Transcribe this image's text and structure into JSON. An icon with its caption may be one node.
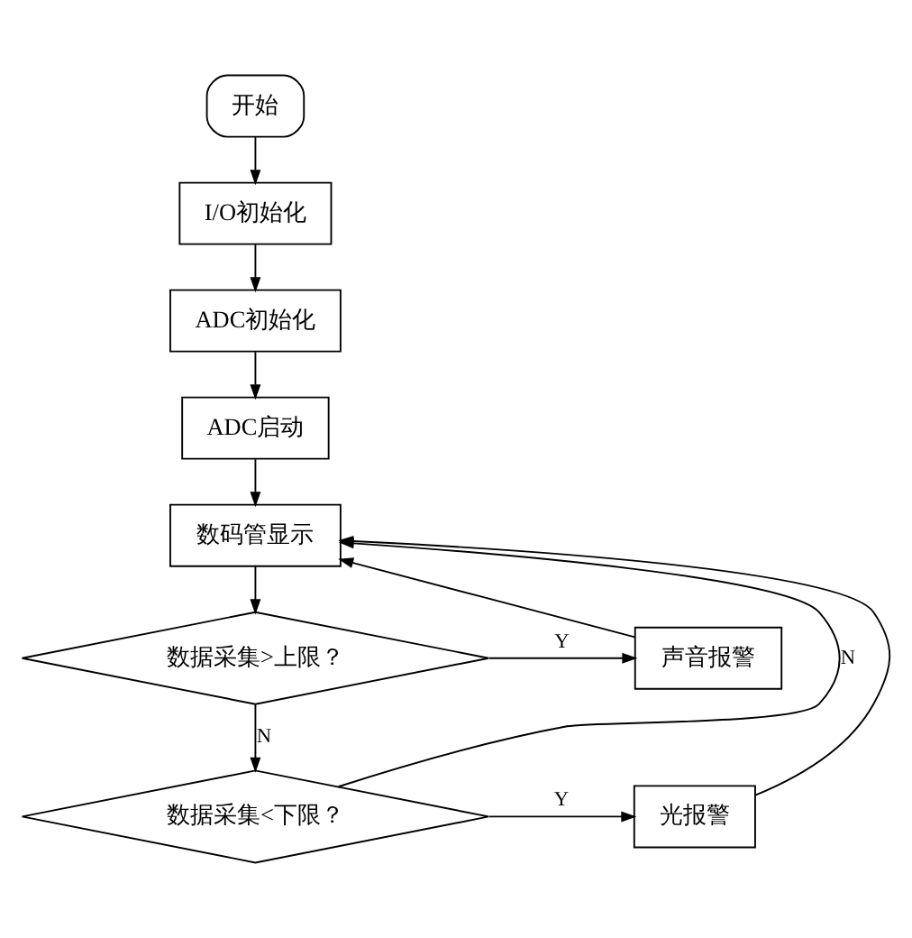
{
  "diagram": {
    "nodes": [
      {
        "text": [
          "开始"
        ]
      },
      {
        "text": [
          "I/O初始化"
        ]
      },
      {
        "text": [
          "ADC初始化"
        ]
      },
      {
        "text": [
          "ADC启动"
        ]
      },
      {
        "text": [
          "数码管显示"
        ]
      },
      {
        "text": [
          "数据采集>上限？"
        ]
      },
      {
        "text": [
          "声音报警"
        ]
      },
      {
        "text": [
          "数据采集<下限？"
        ]
      },
      {
        "text": [
          "光报警"
        ]
      }
    ],
    "edges": [
      {
        "from": 0,
        "to": 1,
        "arrow": "to"
      },
      {
        "from": 1,
        "to": 2,
        "arrow": "to"
      },
      {
        "from": 2,
        "to": 3,
        "arrow": "to"
      },
      {
        "from": 3,
        "to": 4,
        "arrow": "to"
      },
      {
        "from": 4,
        "to": 5,
        "arrow": "to"
      },
      {
        "from": 5,
        "to": 6,
        "label": "Y",
        "arrow": "to"
      },
      {
        "from": 5,
        "to": 7,
        "label": "N",
        "arrow": "to"
      },
      {
        "from": 7,
        "to": 8,
        "label": "Y",
        "arrow": "to"
      },
      {
        "from": 7,
        "to": 4,
        "label": "N",
        "arrow": "to"
      },
      {
        "from": 6,
        "to": 4,
        "arrow": "to"
      },
      {
        "from": 8,
        "to": 4,
        "arrow": "to"
      }
    ]
  }
}
